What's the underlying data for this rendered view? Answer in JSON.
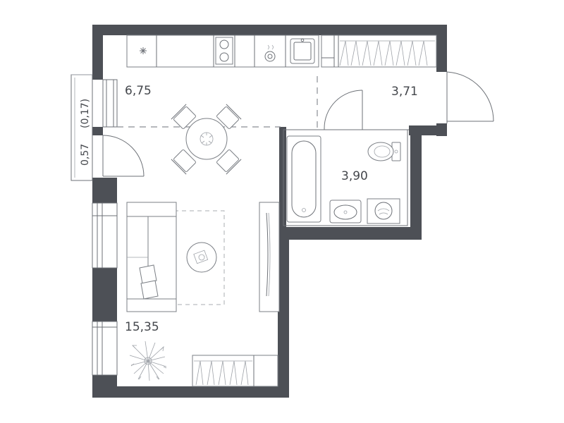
{
  "rooms": {
    "kitchen_area": "6,75",
    "hall_area": "3,71",
    "bathroom_area": "3,90",
    "living_area": "15,35"
  },
  "balcony": {
    "area": "0,57",
    "reduced_area": "(0,17)"
  },
  "colors": {
    "wall": "#4d5056",
    "line": "#6d7177",
    "text": "#44474c"
  }
}
